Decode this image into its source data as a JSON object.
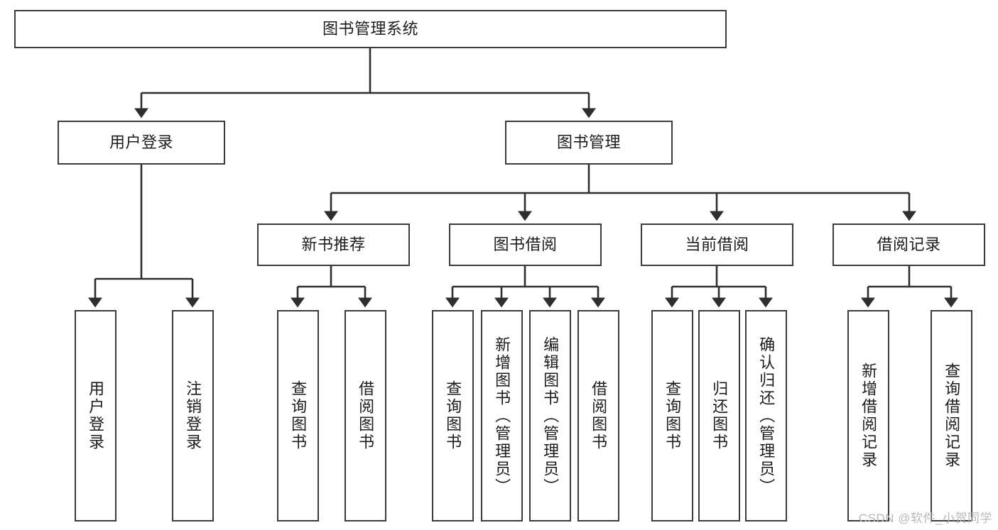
{
  "diagram": {
    "title": "图书管理系统",
    "type": "hierarchy-tree",
    "colors": {
      "node_border": "#3b3b3b",
      "node_fill": "#ffffff",
      "edge": "#2e2e2e",
      "text": "#1c1c1c",
      "watermark": "#b8b8b8",
      "background": "#ffffff"
    },
    "levels": {
      "root": "图书管理系统",
      "level2": [
        "用户登录",
        "图书管理"
      ],
      "level3": [
        "新书推荐",
        "图书借阅",
        "当前借阅",
        "借阅记录"
      ]
    },
    "nodes": {
      "root": {
        "label": "图书管理系统"
      },
      "user_login": {
        "label": "用户登录"
      },
      "book_manage": {
        "label": "图书管理"
      },
      "new_book_rec": {
        "label": "新书推荐"
      },
      "book_borrow": {
        "label": "图书借阅"
      },
      "current_borrow": {
        "label": "当前借阅"
      },
      "borrow_record": {
        "label": "借阅记录"
      },
      "leaf_user_login": {
        "label": "用户登录"
      },
      "leaf_logout_login": {
        "label": "注销登录"
      },
      "leaf_query_book_1": {
        "label": "查询图书"
      },
      "leaf_borrow_book_1": {
        "label": "借阅图书"
      },
      "leaf_query_book_2": {
        "label": "查询图书"
      },
      "leaf_add_book_admin": {
        "label": "新增图书（管理员）"
      },
      "leaf_edit_book_admin": {
        "label": "编辑图书（管理员）"
      },
      "leaf_borrow_book_2": {
        "label": "借阅图书"
      },
      "leaf_query_book_3": {
        "label": "查询图书"
      },
      "leaf_return_book": {
        "label": "归还图书"
      },
      "leaf_confirm_return_admin": {
        "label": "确认归还（管理员）"
      },
      "leaf_add_borrow_record": {
        "label": "新增借阅记录"
      },
      "leaf_query_borrow_record": {
        "label": "查询借阅记录"
      }
    },
    "watermark": "CSDN @软件_小贺同学"
  }
}
